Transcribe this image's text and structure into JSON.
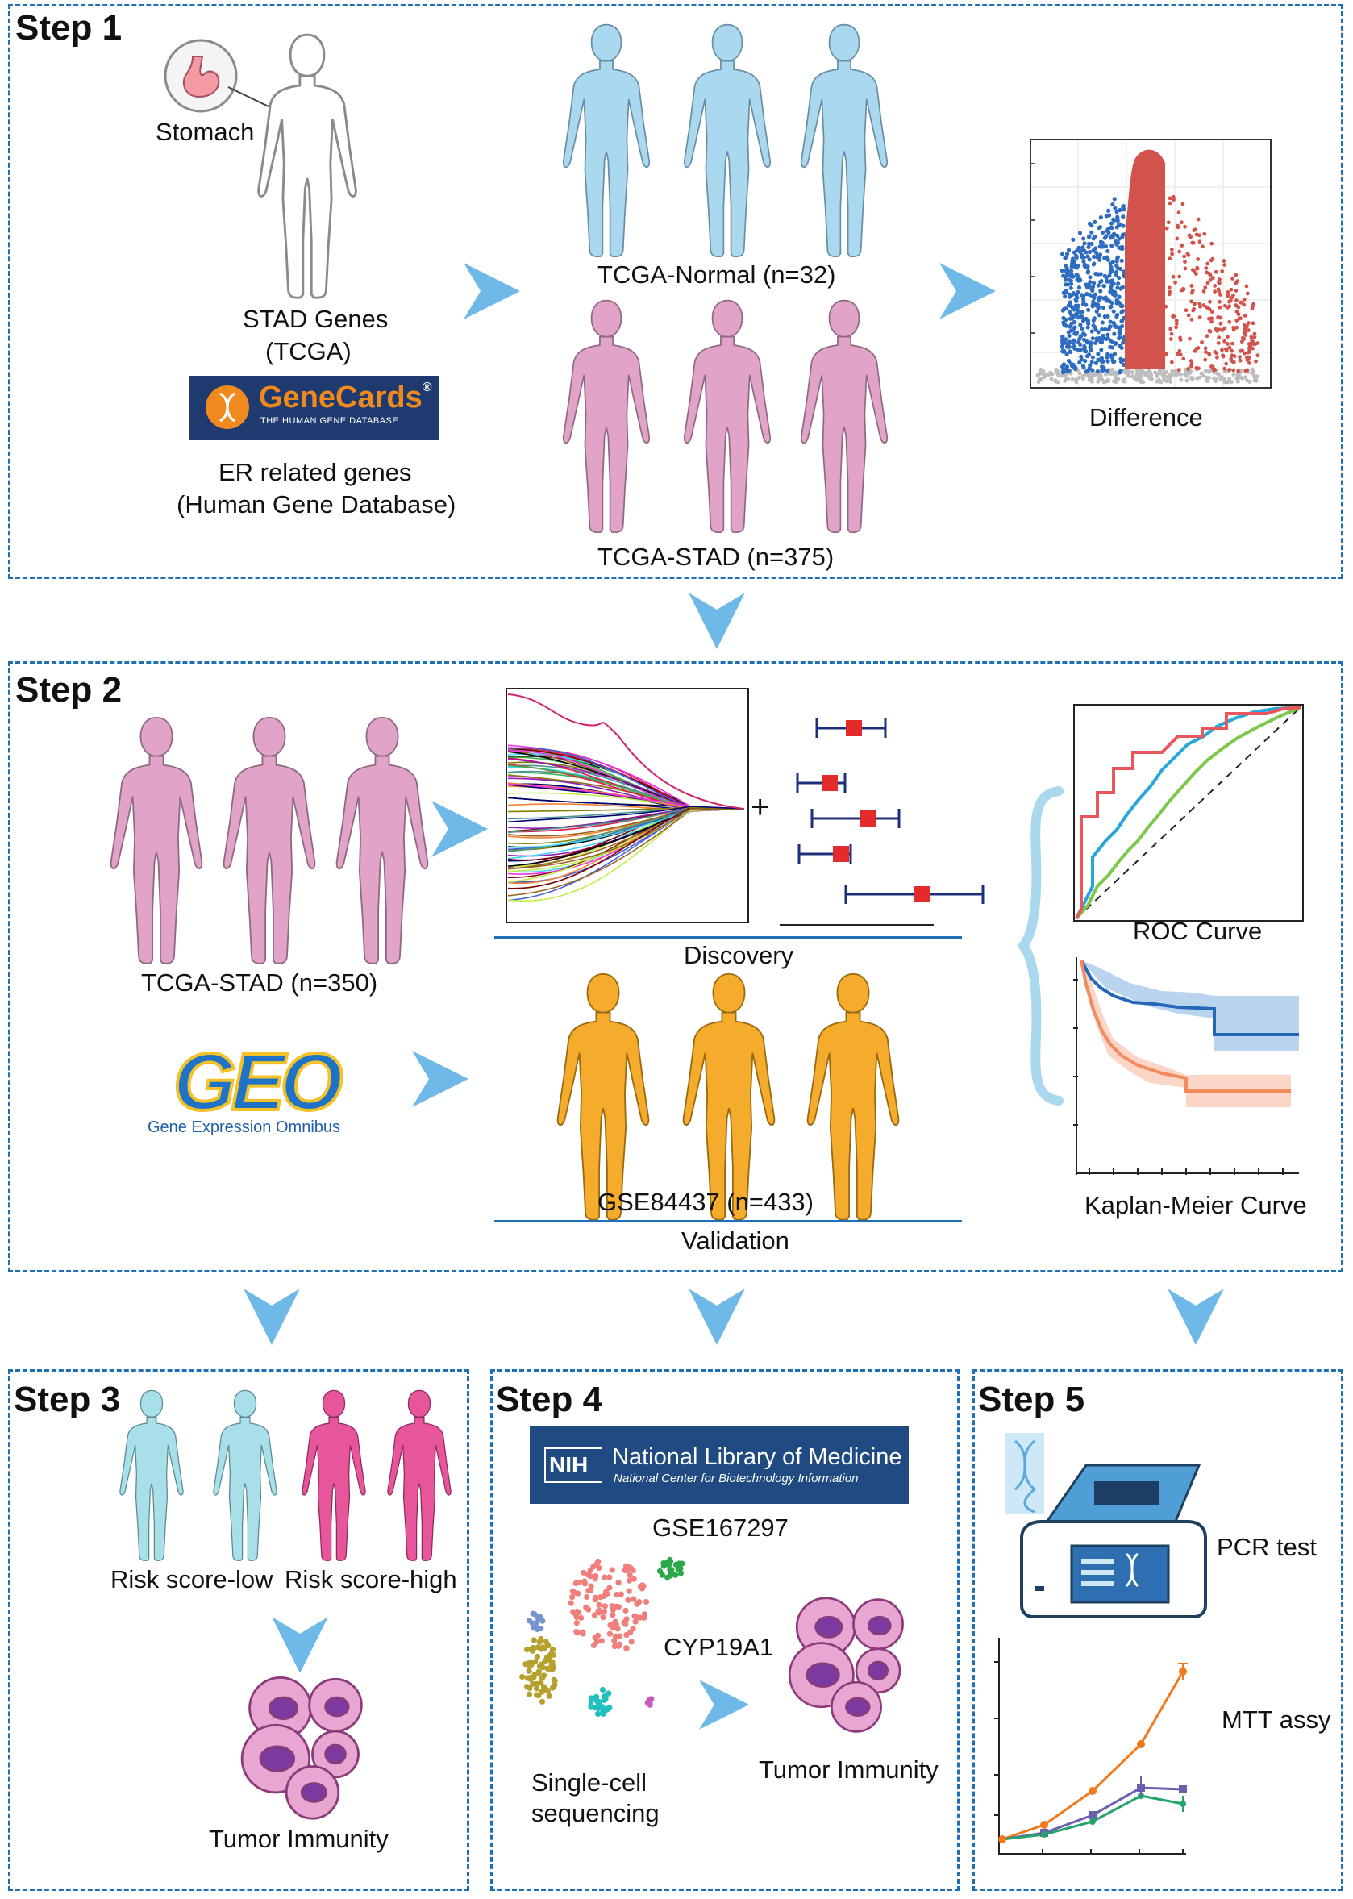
{
  "colors": {
    "frame": "#1f6fb5",
    "arrow": "#6fb9e8",
    "normal_body": "#a9d8ef",
    "stad_body": "#e2a3c9",
    "gse_body": "#f5ac2c",
    "risk_low": "#a9dfe8",
    "risk_high": "#e7559b",
    "outline_body": "#9a9a9a",
    "volcano_up": "#d2524c",
    "volcano_down": "#2e6cc0",
    "volcano_ns": "#bdbdbd"
  },
  "step1": {
    "title": "Step 1",
    "stomach_label": "Stomach",
    "stad_genes": [
      "STAD Genes",
      "(TCGA)"
    ],
    "genecards_logo": {
      "name": "GeneCards",
      "mark": "®",
      "subtitle": "THE HUMAN GENE DATABASE"
    },
    "er_genes": [
      "ER related genes",
      "(Human Gene Database)"
    ],
    "normal_label": "TCGA-Normal (n=32)",
    "stad_label": "TCGA-STAD (n=375)",
    "difference_label": "Difference"
  },
  "step2": {
    "title": "Step 2",
    "stad_label": "TCGA-STAD (n=350)",
    "geo_logo": {
      "name": "GEO",
      "subtitle": "Gene Expression Omnibus"
    },
    "plus": "+",
    "discovery_label": "Discovery",
    "gse_label": "GSE84437 (n=433)",
    "validation_label": "Validation",
    "roc_label": "ROC Curve",
    "km_label": "Kaplan-Meier Curve"
  },
  "step3": {
    "title": "Step 3",
    "risk_low": "Risk score-low",
    "risk_high": "Risk score-high",
    "tumor_label": "Tumor Immunity"
  },
  "step4": {
    "title": "Step 4",
    "nih_logo": {
      "badge": "NIH",
      "name": "National Library of Medicine",
      "subtitle": "National Center for Biotechnology Information"
    },
    "gse_label": "GSE167297",
    "gene_label": "CYP19A1",
    "sc_label": [
      "Single-cell",
      "sequencing"
    ],
    "tumor_label": "Tumor Immunity"
  },
  "step5": {
    "title": "Step 5",
    "pcr_label": "PCR test",
    "mtt_label": "MTT assy"
  }
}
